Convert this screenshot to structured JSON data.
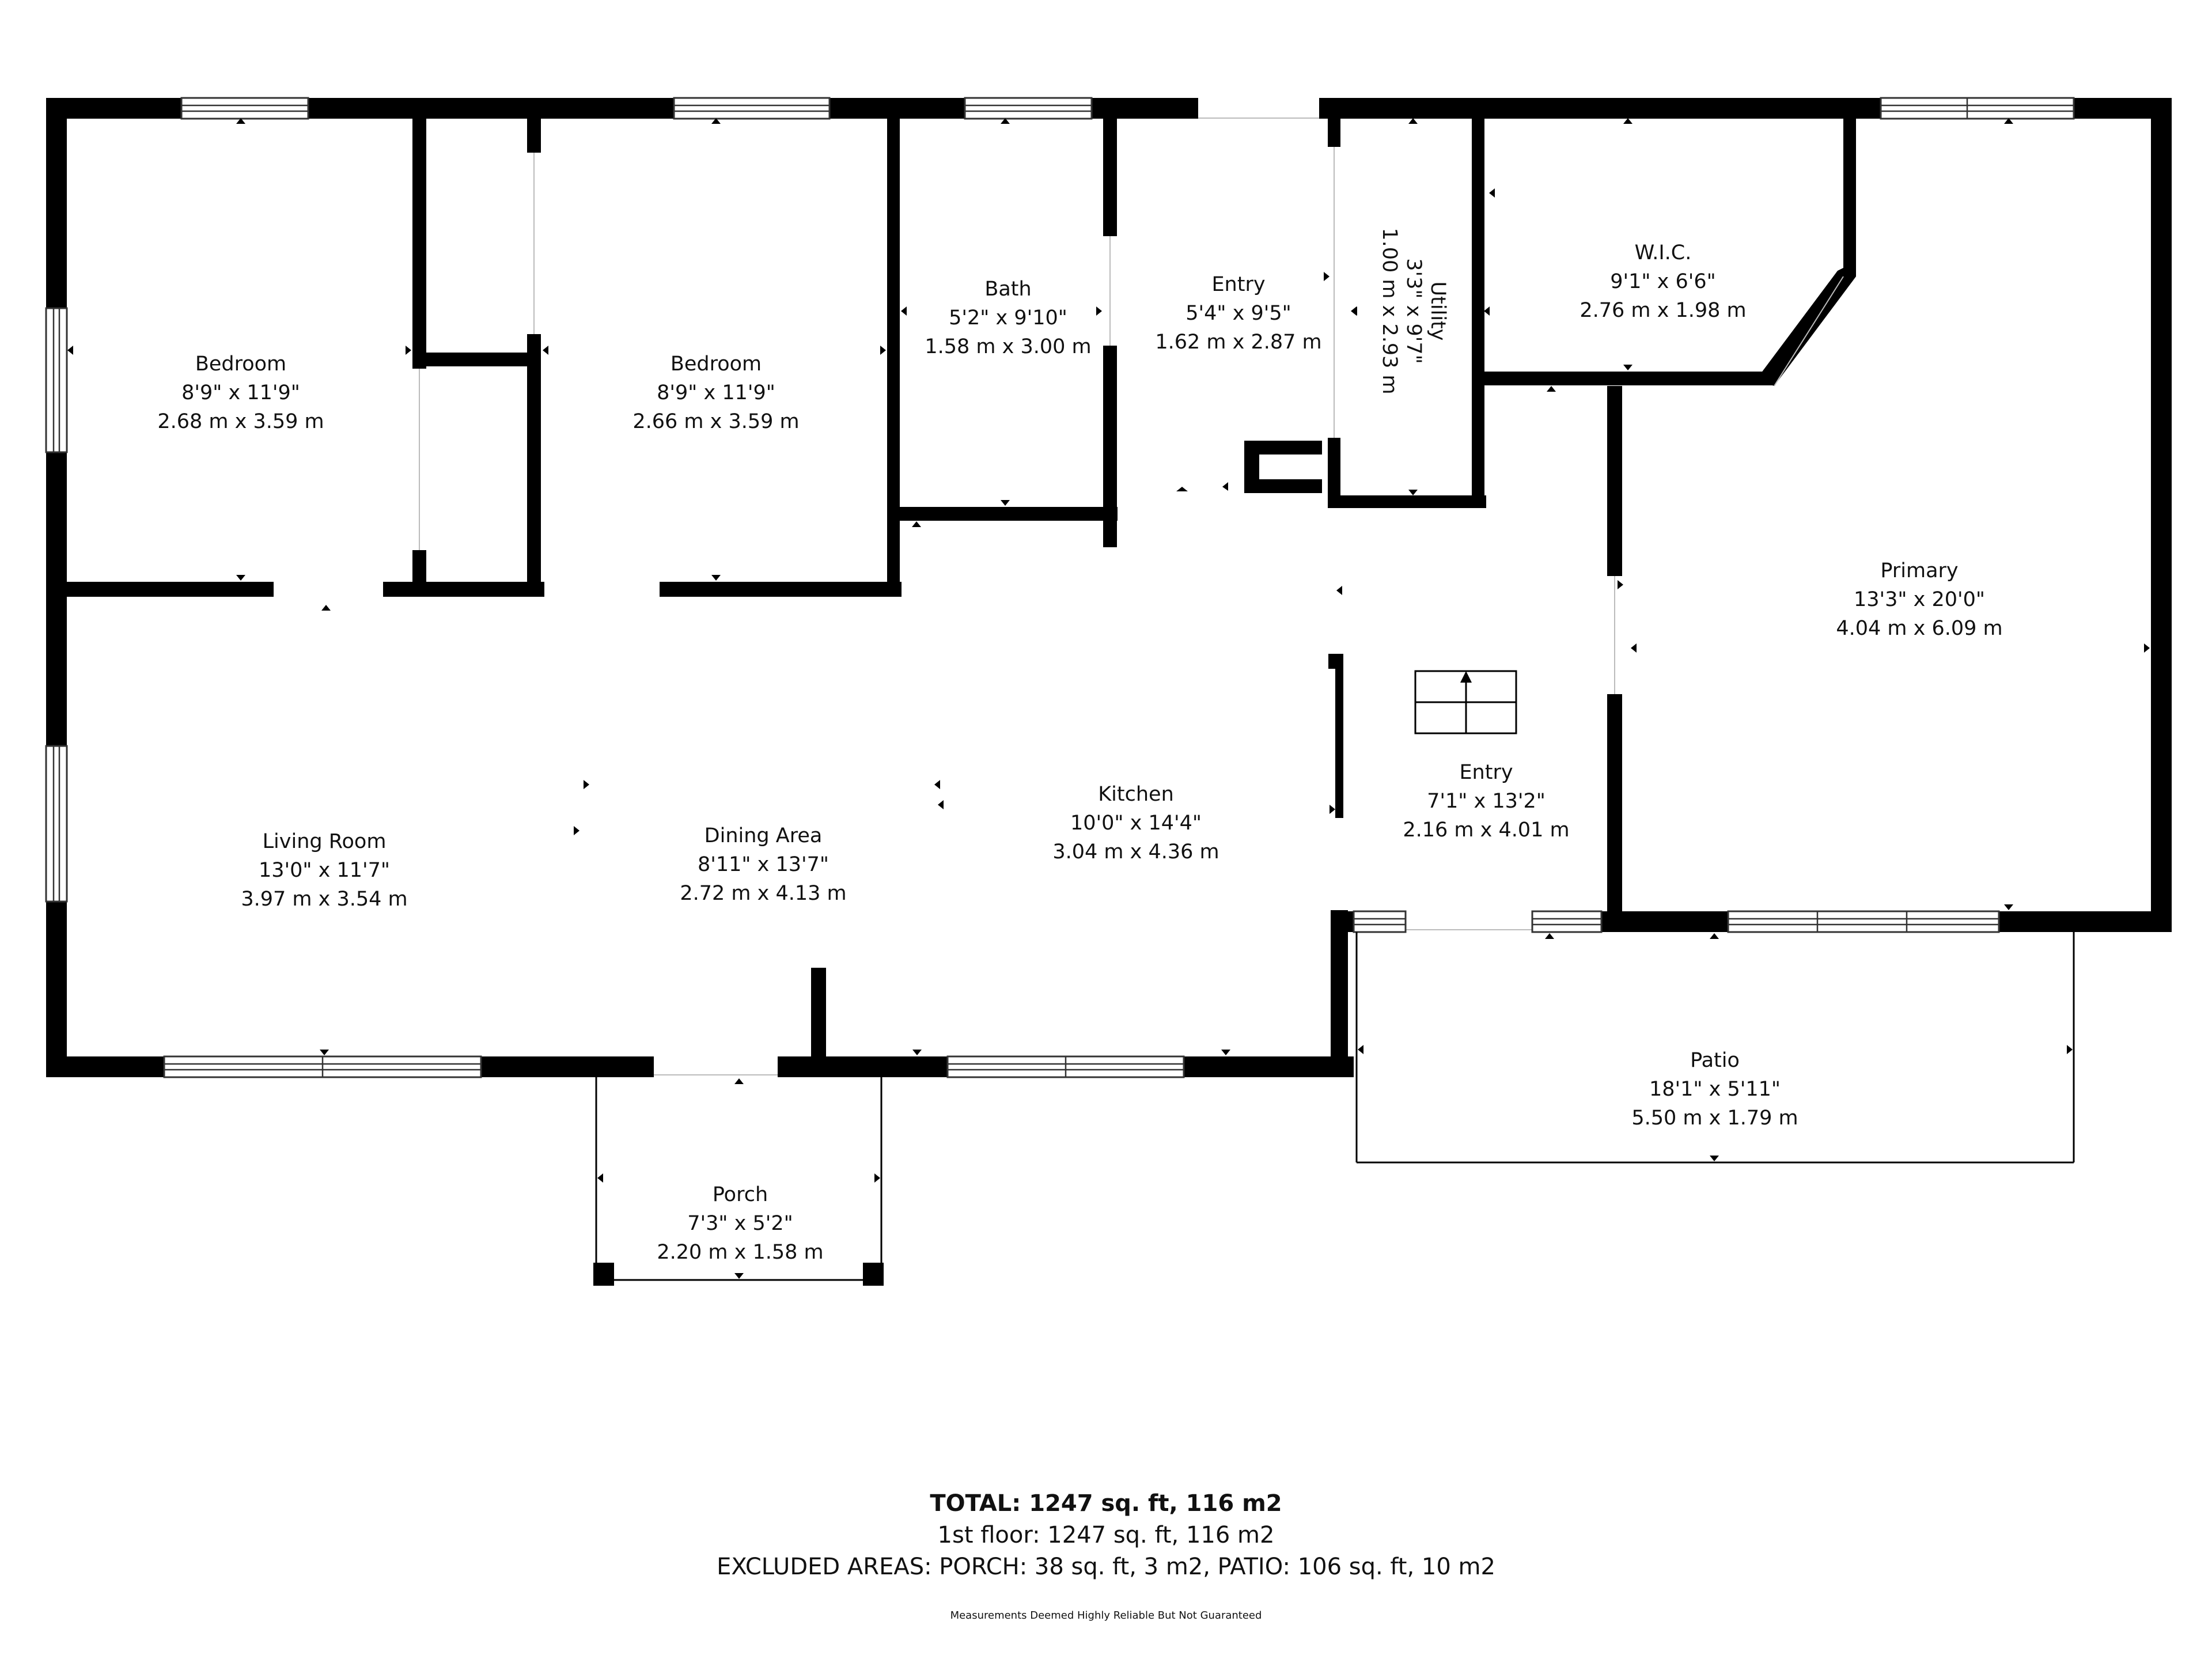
{
  "rooms": [
    {
      "id": "bedroom1",
      "name": "Bedroom",
      "dim_imperial": "8'9\" x 11'9\"",
      "dim_metric": "2.68 m x 3.59 m"
    },
    {
      "id": "bedroom2",
      "name": "Bedroom",
      "dim_imperial": "8'9\" x 11'9\"",
      "dim_metric": "2.66 m x 3.59 m"
    },
    {
      "id": "bath",
      "name": "Bath",
      "dim_imperial": "5'2\" x 9'10\"",
      "dim_metric": "1.58 m x 3.00 m"
    },
    {
      "id": "entry_top",
      "name": "Entry",
      "dim_imperial": "5'4\" x 9'5\"",
      "dim_metric": "1.62 m x 2.87 m"
    },
    {
      "id": "utility",
      "name": "Utility",
      "dim_imperial": "3'3\" x 9'7\"",
      "dim_metric": "1.00 m x 2.93 m"
    },
    {
      "id": "wic",
      "name": "W.I.C.",
      "dim_imperial": "9'1\" x 6'6\"",
      "dim_metric": "2.76 m x 1.98 m"
    },
    {
      "id": "primary",
      "name": "Primary",
      "dim_imperial": "13'3\" x 20'0\"",
      "dim_metric": "4.04 m x 6.09 m"
    },
    {
      "id": "living",
      "name": "Living Room",
      "dim_imperial": "13'0\" x 11'7\"",
      "dim_metric": "3.97 m x 3.54 m"
    },
    {
      "id": "dining",
      "name": "Dining Area",
      "dim_imperial": "8'11\" x 13'7\"",
      "dim_metric": "2.72 m x 4.13 m"
    },
    {
      "id": "kitchen",
      "name": "Kitchen",
      "dim_imperial": "10'0\" x 14'4\"",
      "dim_metric": "3.04 m x 4.36 m"
    },
    {
      "id": "entry_mid",
      "name": "Entry",
      "dim_imperial": "7'1\" x 13'2\"",
      "dim_metric": "2.16 m x 4.01 m"
    },
    {
      "id": "patio",
      "name": "Patio",
      "dim_imperial": "18'1\" x 5'11\"",
      "dim_metric": "5.50 m x 1.79 m"
    },
    {
      "id": "porch",
      "name": "Porch",
      "dim_imperial": "7'3\" x 5'2\"",
      "dim_metric": "2.20 m x 1.58 m"
    }
  ],
  "summary": {
    "total": "TOTAL: 1247 sq. ft, 116 m2",
    "floor": "1st floor: 1247 sq. ft, 116 m2",
    "excluded": "EXCLUDED AREAS: PORCH: 38 sq. ft, 3 m2, PATIO: 106 sq. ft, 10 m2",
    "disclaimer": "Measurements Deemed Highly Reliable But Not Guaranteed"
  }
}
